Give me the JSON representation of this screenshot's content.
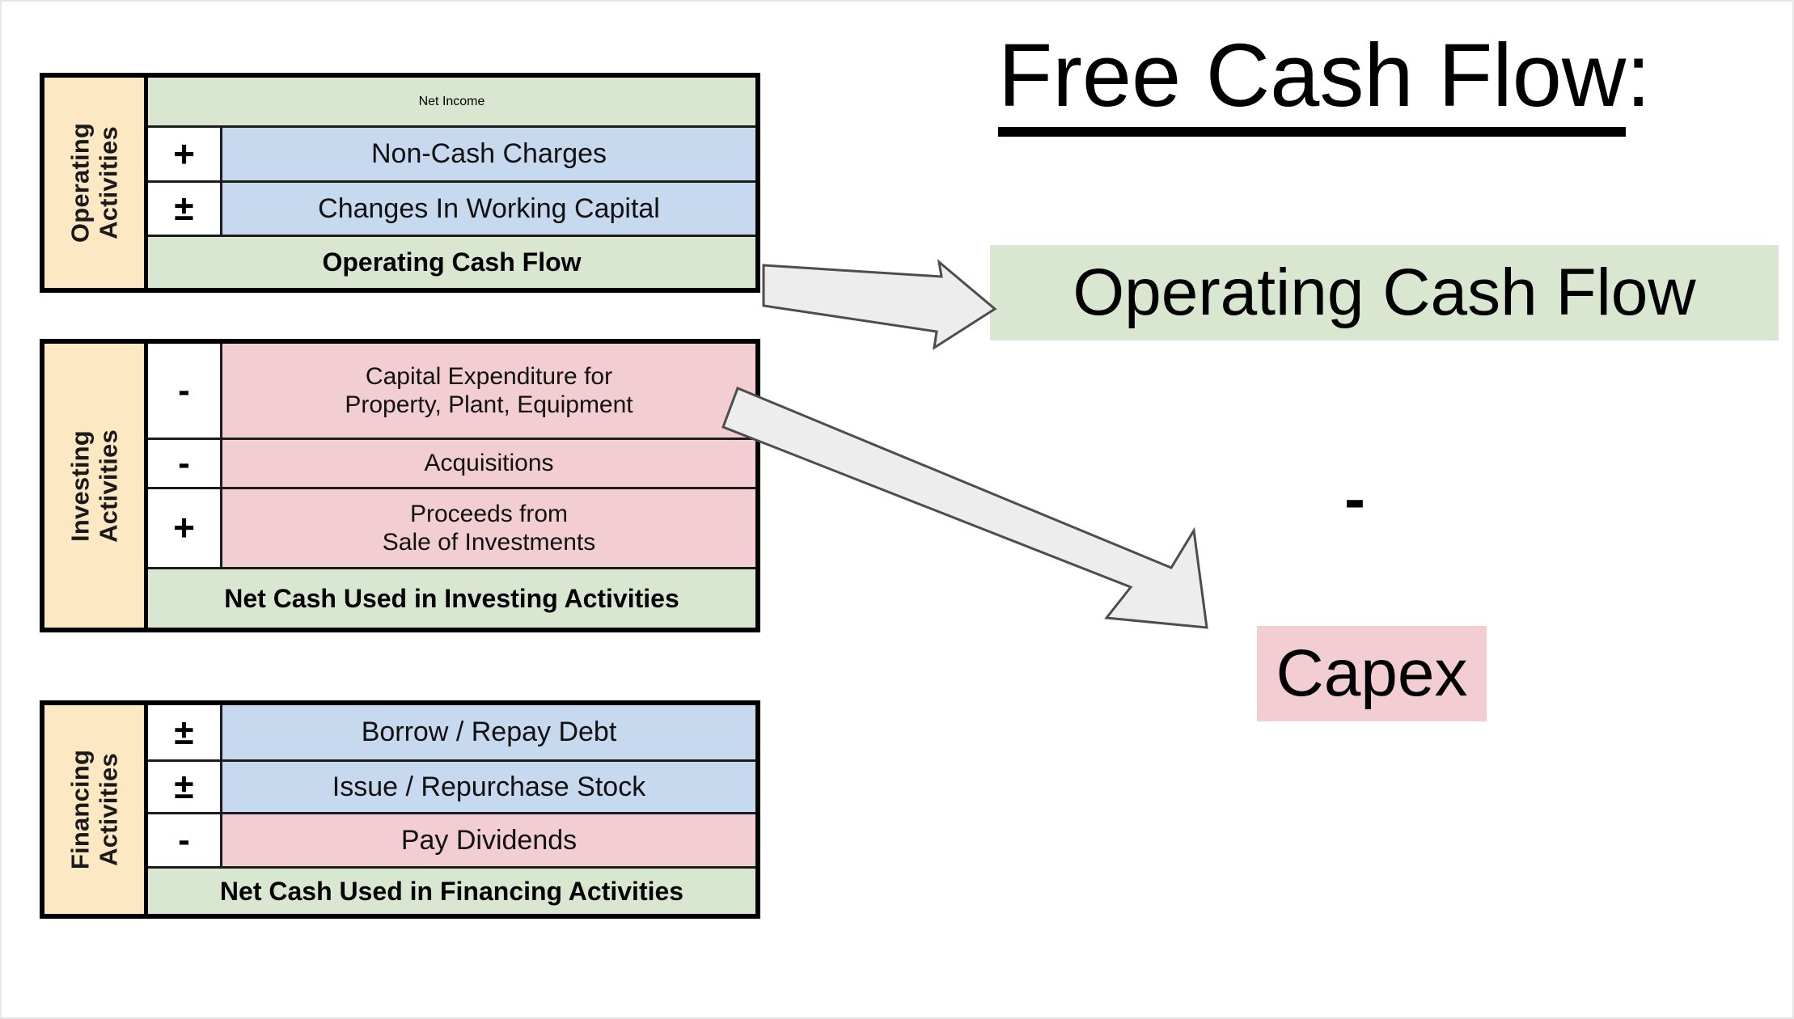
{
  "title": {
    "main": "Free Cash Flow",
    "colon": ":"
  },
  "formula": {
    "operating_cash_flow": "Operating Cash Flow",
    "minus_operator": "-",
    "capex": "Capex"
  },
  "colors": {
    "green": "#d9e7d1",
    "blue": "#c7d9ef",
    "pink": "#f2ced2",
    "beige": "#fce9c4",
    "arrow_fill": "#ededed",
    "arrow_stroke": "#4d4d4d",
    "border": "#000000"
  },
  "tables": [
    {
      "category": "Operating\nActivities",
      "category_line1": "Operating",
      "category_line2": "Activities",
      "rows": [
        {
          "sign": "",
          "sign_type": "none",
          "label": "Net Income",
          "fill": "green",
          "span": true,
          "bold": false
        },
        {
          "sign": "+",
          "sign_type": "plus",
          "label": "Non-Cash Charges",
          "fill": "blue",
          "span": false,
          "bold": false
        },
        {
          "sign": "±",
          "sign_type": "plusminus",
          "label": "Changes In Working Capital",
          "fill": "blue",
          "span": false,
          "bold": false
        },
        {
          "sign": "",
          "sign_type": "none",
          "label": "Operating Cash Flow",
          "fill": "green",
          "span": true,
          "bold": true
        }
      ]
    },
    {
      "category": "Investing\nActivities",
      "category_line1": "Investing",
      "category_line2": "Activities",
      "rows": [
        {
          "sign": "-",
          "sign_type": "minus",
          "label": "Capital Expenditure for\nProperty, Plant, Equipment",
          "label_line1": "Capital Expenditure for",
          "label_line2": "Property, Plant, Equipment",
          "fill": "pink",
          "span": false,
          "bold": false
        },
        {
          "sign": "-",
          "sign_type": "minus",
          "label": "Acquisitions",
          "fill": "pink",
          "span": false,
          "bold": false
        },
        {
          "sign": "+",
          "sign_type": "plus",
          "label": "Proceeds from\nSale of Investments",
          "label_line1": "Proceeds from",
          "label_line2": "Sale of Investments",
          "fill": "pink",
          "span": false,
          "bold": false
        },
        {
          "sign": "",
          "sign_type": "none",
          "label": "Net Cash Used in Investing Activities",
          "fill": "green",
          "span": true,
          "bold": true
        }
      ]
    },
    {
      "category": "Financing\nActivities",
      "category_line1": "Financing",
      "category_line2": "Activities",
      "rows": [
        {
          "sign": "±",
          "sign_type": "plusminus",
          "label": "Borrow / Repay Debt",
          "fill": "blue",
          "span": false,
          "bold": false
        },
        {
          "sign": "±",
          "sign_type": "plusminus",
          "label": "Issue / Repurchase Stock",
          "fill": "blue",
          "span": false,
          "bold": false
        },
        {
          "sign": "-",
          "sign_type": "minus",
          "label": "Pay Dividends",
          "fill": "pink",
          "span": false,
          "bold": false
        },
        {
          "sign": "",
          "sign_type": "none",
          "label": "Net Cash Used in Financing Activities",
          "fill": "green",
          "span": true,
          "bold": true
        }
      ]
    }
  ],
  "arrows": [
    {
      "name": "operating-cash-flow-arrow",
      "from": "Operating Cash Flow row",
      "to": "Operating Cash Flow chip"
    },
    {
      "name": "capex-arrow",
      "from": "Capital Expenditure row",
      "to": "Capex chip"
    }
  ]
}
